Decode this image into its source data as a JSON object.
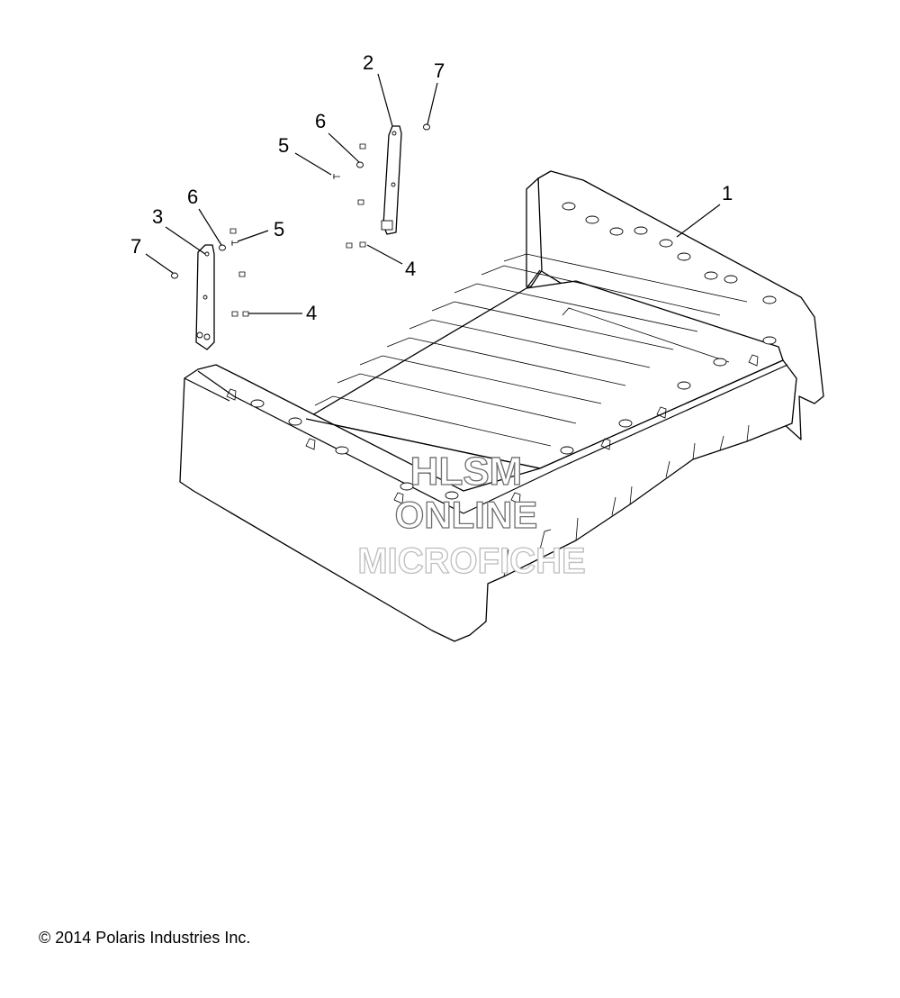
{
  "callouts": {
    "c1": "1",
    "c2": "2",
    "c3": "3",
    "c4a": "4",
    "c4b": "4",
    "c5a": "5",
    "c5b": "5",
    "c6a": "6",
    "c6b": "6",
    "c7a": "7",
    "c7b": "7"
  },
  "watermark": {
    "line1": "HLSM",
    "line2": "ONLINE",
    "line3": "MICROFICHE"
  },
  "footer": {
    "copyright": "© 2014 Polaris Industries Inc."
  }
}
